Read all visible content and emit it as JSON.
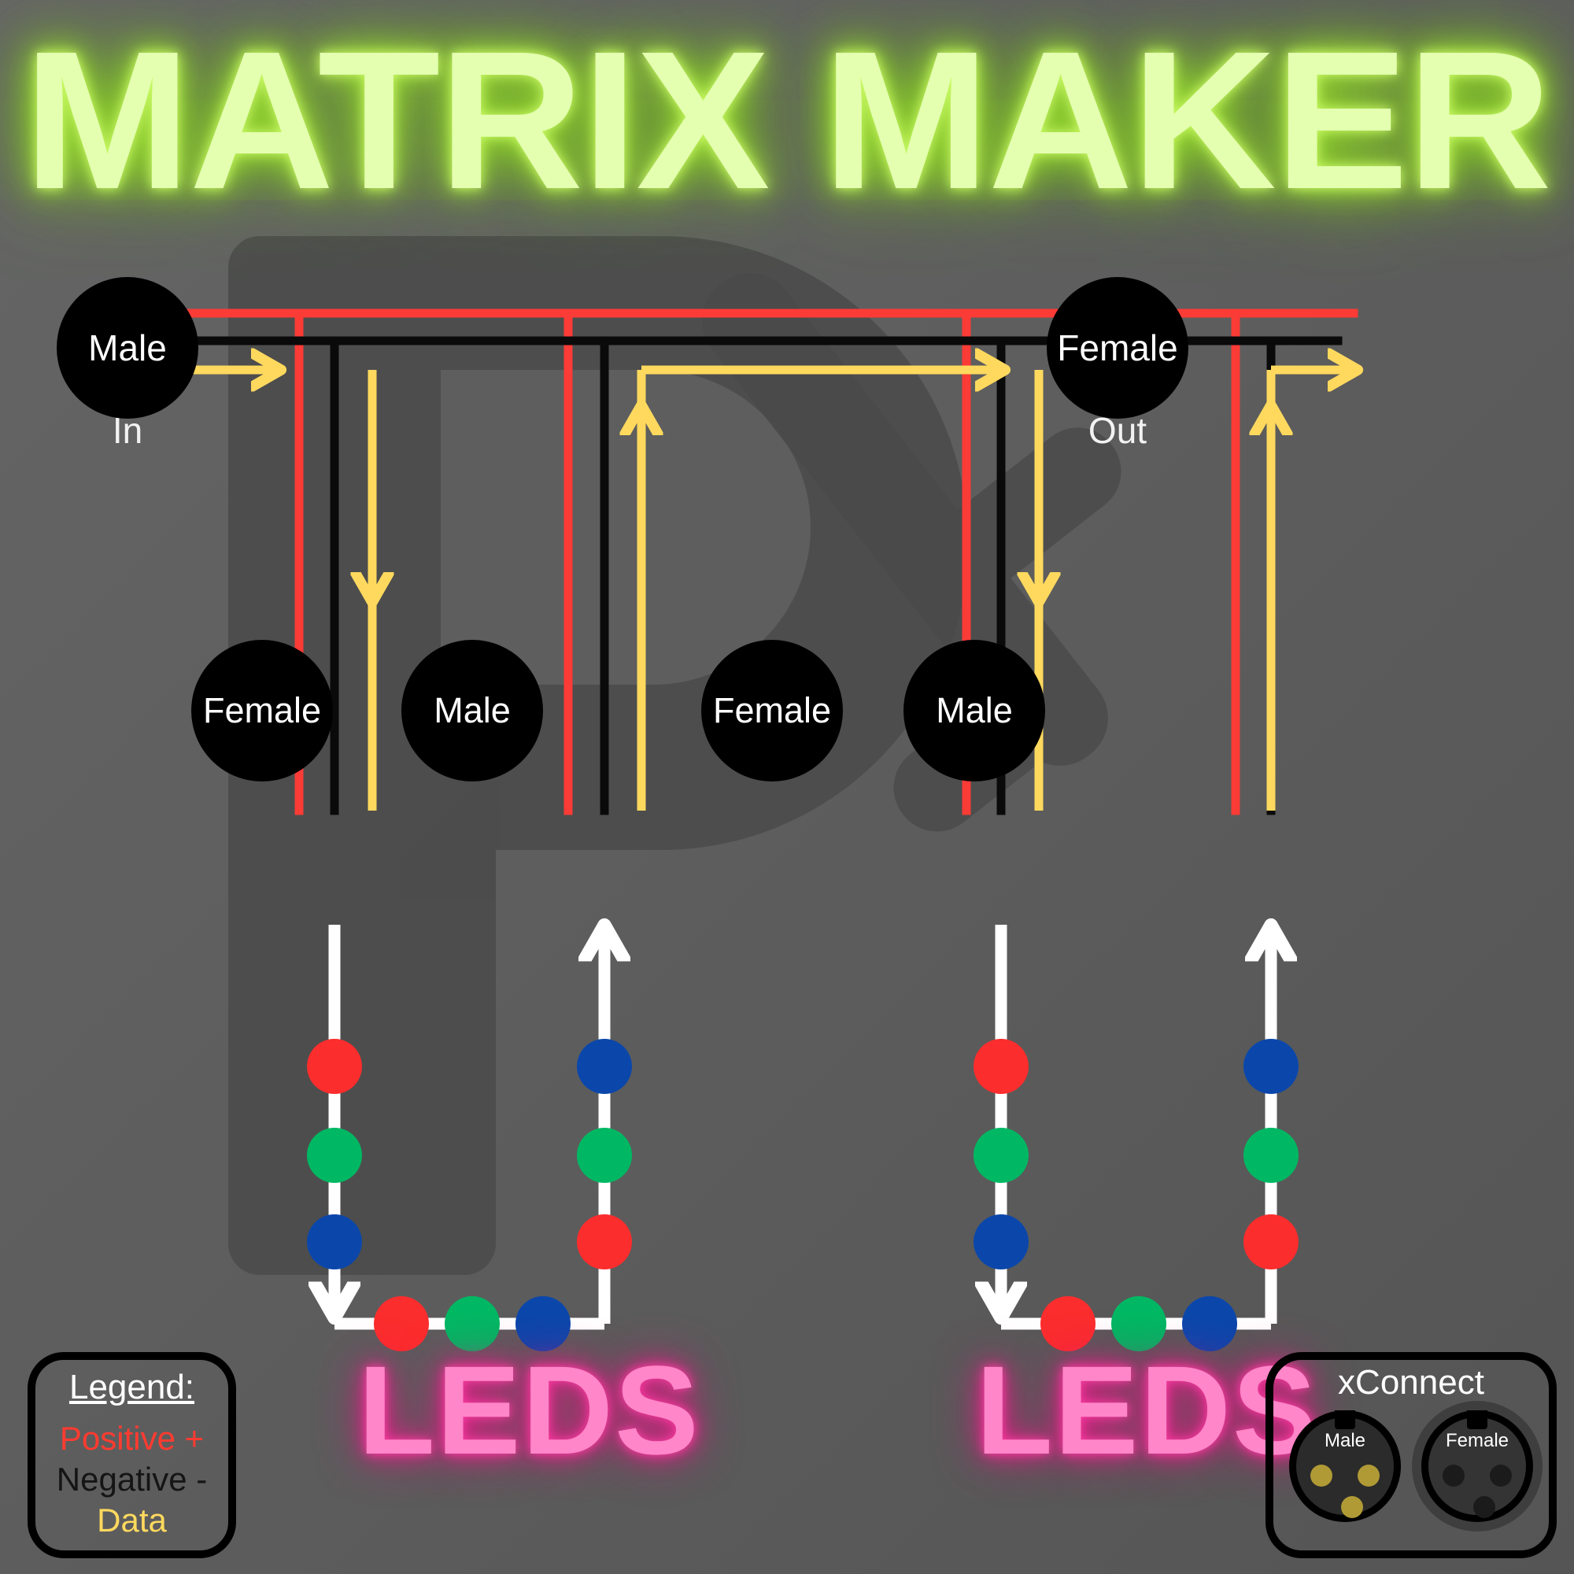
{
  "title": "MATRIX MAKER",
  "colors": {
    "background": "#5e5e5e",
    "positive": "#ff3b30",
    "negative": "#000000",
    "data": "#ffd95e",
    "led_wire": "#ffffff",
    "title_neon": "#e4ffb0",
    "leds_neon": "#ff86c8",
    "led_red": "#fb2d2d",
    "led_green": "#00b濃"
  },
  "connectors": {
    "input": {
      "label": "Male",
      "sub_label": "In"
    },
    "output": {
      "label": "Female",
      "sub_label": "Out"
    },
    "row": [
      {
        "label": "Female"
      },
      {
        "label": "Male"
      },
      {
        "label": "Female"
      },
      {
        "label": "Male"
      }
    ]
  },
  "led_labels": {
    "left": "LEDS",
    "right": "LEDS"
  },
  "led_strips": [
    {
      "name": "strip-left",
      "vertical": [
        "red",
        "green",
        "blue"
      ],
      "horizontal": [
        "red",
        "green",
        "blue"
      ]
    },
    {
      "name": "strip-right",
      "vertical": [
        "red",
        "green",
        "blue"
      ],
      "horizontal": [
        "red",
        "green",
        "blue"
      ]
    }
  ],
  "legend": {
    "title": "Legend:",
    "positive": "Positive +",
    "negative": "Negative -",
    "data": "Data"
  },
  "xconnect": {
    "title": "xConnect",
    "male_label": "Male",
    "female_label": "Female"
  }
}
